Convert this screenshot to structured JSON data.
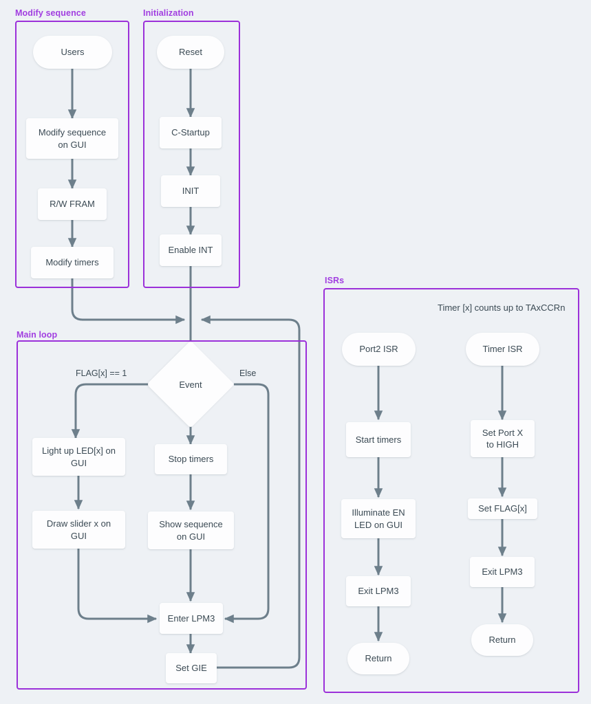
{
  "theme": {
    "background": "#eef1f5",
    "group_border": "#9b30d9",
    "group_label_color": "#a13ee0",
    "node_fill": "#fdfdfe",
    "text_color": "#3b4a54",
    "edge_color": "#6d7f8b"
  },
  "groups": {
    "modify_sequence": {
      "label": "Modify sequence"
    },
    "initialization": {
      "label": "Initialization"
    },
    "main_loop": {
      "label": "Main loop"
    },
    "isrs": {
      "label": "ISRs"
    }
  },
  "nodes": {
    "users": "Users",
    "modify_sequence_gui": "Modify sequence\non GUI",
    "rw_fram": "R/W FRAM",
    "modify_timers": "Modify timers",
    "reset": "Reset",
    "c_startup": "C-Startup",
    "init": "INIT",
    "enable_int": "Enable INT",
    "event": "Event",
    "light_led": "Light up LED[x] on\nGUI",
    "draw_slider": "Draw slider x on\nGUI",
    "stop_timers": "Stop timers",
    "show_sequence": "Show sequence\non GUI",
    "enter_lpm3": "Enter LPM3",
    "set_gie": "Set GIE",
    "port2_isr": "Port2 ISR",
    "start_timers": "Start timers",
    "illuminate_en": "Illuminate EN\nLED on GUI",
    "exit_lpm3_a": "Exit LPM3",
    "return_a": "Return",
    "timer_isr": "Timer ISR",
    "set_port_high": "Set Port X\nto HIGH",
    "set_flag": "Set FLAG[x]",
    "exit_lpm3_b": "Exit LPM3",
    "return_b": "Return"
  },
  "edge_labels": {
    "flag_true": "FLAG[x] == 1",
    "else": "Else"
  },
  "notes": {
    "timer_note": "Timer [x] counts up to TAxCCRn"
  }
}
